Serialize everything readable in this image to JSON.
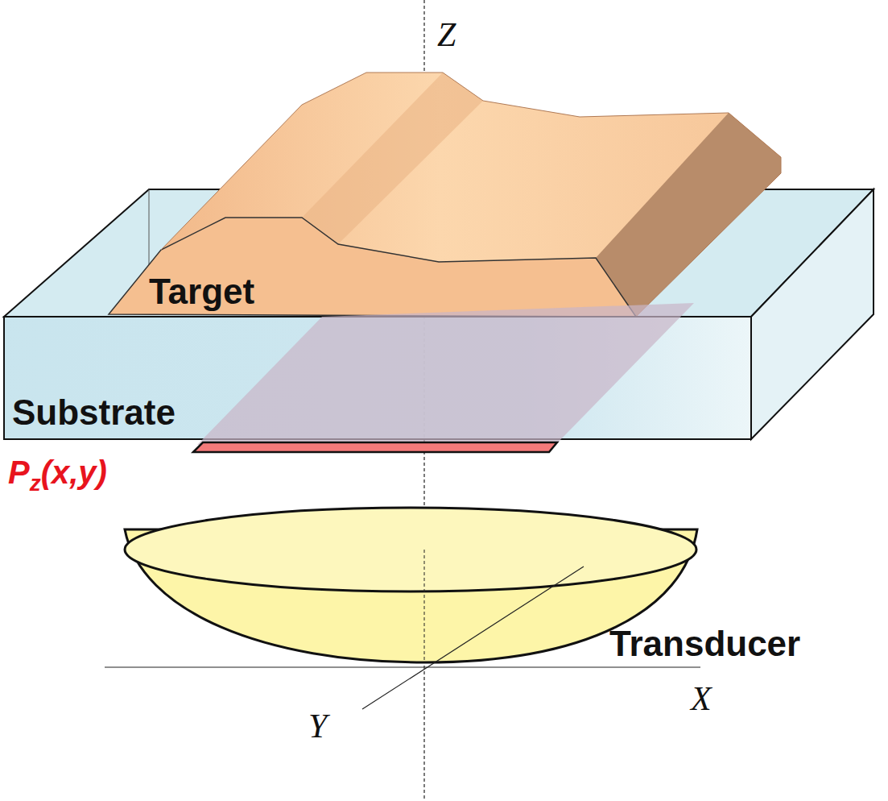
{
  "diagram": {
    "labels": [
      "Z",
      "Target",
      "Substrate",
      "Pz(x,y)",
      "Transducer",
      "X",
      "Y"
    ]
  }
}
